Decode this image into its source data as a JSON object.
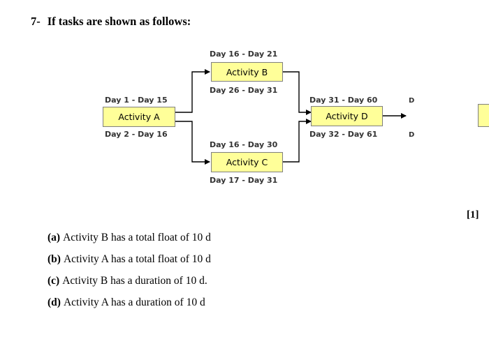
{
  "question": {
    "number": "7-",
    "prompt": "If tasks are shown as follows:",
    "marks": "[1]"
  },
  "diagram": {
    "activities": [
      {
        "id": "A",
        "label": "Activity A",
        "early": "Day 1 - Day 15",
        "late": "Day 2 - Day 16"
      },
      {
        "id": "B",
        "label": "Activity B",
        "early": "Day 16 - Day 21",
        "late": "Day 26 - Day 31"
      },
      {
        "id": "C",
        "label": "Activity C",
        "early": "Day 16 - Day 30",
        "late": "Day 17 - Day 31"
      },
      {
        "id": "D",
        "label": "Activity D",
        "early": "Day 31 - Day 60",
        "late": "Day 32 - Day 61"
      }
    ],
    "edges": [
      [
        "A",
        "B"
      ],
      [
        "A",
        "C"
      ],
      [
        "B",
        "D"
      ],
      [
        "C",
        "D"
      ],
      [
        "D",
        "next"
      ]
    ],
    "cut_off_labels": {
      "top": "D",
      "bottom": "D"
    },
    "colors": {
      "box_fill": "#ffff99",
      "box_border": "#7f7f7f",
      "connector": "#000000"
    }
  },
  "options": [
    {
      "key": "(a)",
      "text": "Activity B has a total float of 10 d"
    },
    {
      "key": "(b)",
      "text": "Activity A has a total float of 10 d"
    },
    {
      "key": "(c)",
      "text": "Activity B has a duration of 10 d."
    },
    {
      "key": "(d)",
      "text": "Activity A has a duration of 10 d"
    }
  ]
}
